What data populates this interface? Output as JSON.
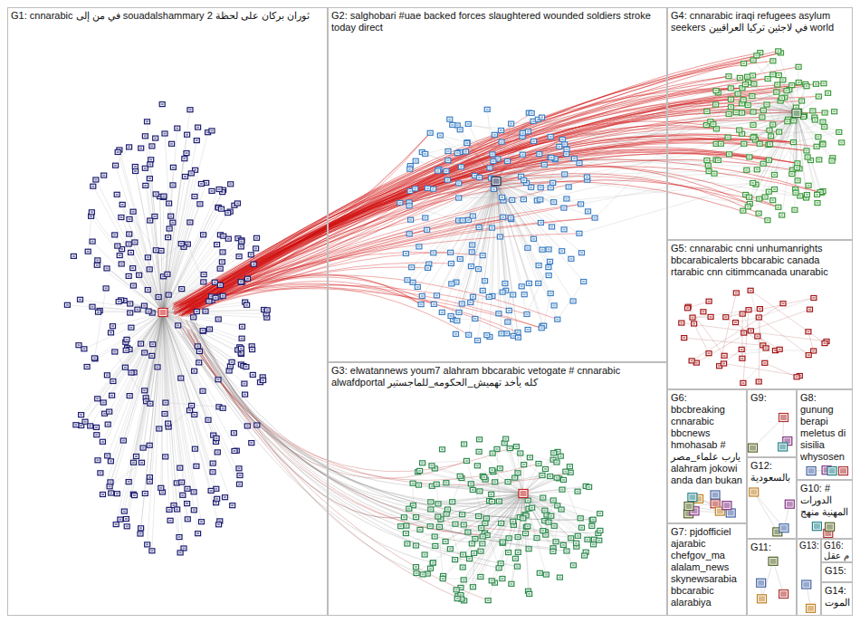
{
  "diagram": {
    "nodes": [
      {
        "text": [
          "G1: cnnarabic في من إلى souadalshammary 2 ثوران بركان على لحظة"
        ]
      },
      {
        "text": [
          "G2: salghobari #uae backed forces slaughtered wounded soldiers stroke today direct"
        ]
      },
      {
        "text": [
          "G3: elwatannews youm7 alahram bbcarabic vetogate # cnnarabic alwafdportal كله يأخد تهميش_الحكومه_للماجستير"
        ]
      },
      {
        "text": [
          "G4: cnnarabic iraqi refugees asylum seekers في لاجئين تركيا العراقيين world"
        ]
      },
      {
        "text": [
          "G5: cnnarabic cnni unhumanrights bbcarabicalerts bbcarabic canada rtarabic cnn citimmcanada unarabic"
        ]
      },
      {
        "text": [
          "G6: bbcbreaking cnnarabic bbcnews hmohasab # يارب علماء_مصر alahram jokowi anda dan bukan"
        ]
      },
      {
        "text": [
          "G7: pjdofficiel ajarabic chefgov_ma alalam_news skynewsarabia bbcarabic alarabiya"
        ]
      },
      {
        "text": [
          "G8: gunung berapi meletus di sisilia whysosen"
        ]
      },
      {
        "text": [
          "G9:"
        ]
      },
      {
        "text": [
          "G10: # الدورات المهنية منهج"
        ]
      },
      {
        "text": [
          "G11:"
        ]
      },
      {
        "text": [
          "G12: بالسعودية"
        ]
      },
      {
        "text": [
          "G13:"
        ]
      },
      {
        "text": [
          "G14: الموت"
        ]
      },
      {
        "text": [
          "G15:"
        ]
      },
      {
        "text": [
          "G16: م عقل"
        ]
      }
    ]
  }
}
